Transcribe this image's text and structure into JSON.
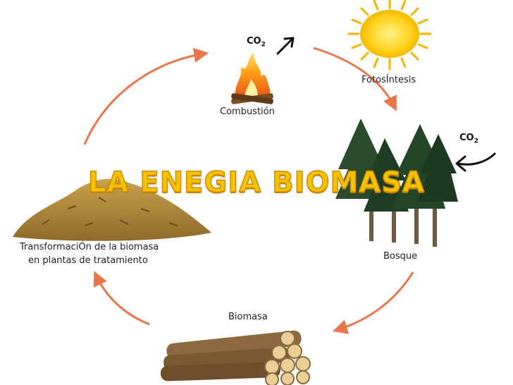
{
  "diagram": {
    "title": "LA ENEGIA BIOMASA",
    "labels": {
      "combustion": "Combustión",
      "fotosintesis": "FotosÍntesis",
      "bosque": "Bosque",
      "biomasa": "Biomasa",
      "transformacion_line1": "TransformaciÓn de la biomasa",
      "transformacion_line2": "en plantas de tratamiento"
    },
    "co2_top": {
      "text": "CO",
      "sub": "2"
    },
    "co2_right": {
      "text": "CO",
      "sub": "2"
    }
  },
  "colors": {
    "arrow": "#e8764a",
    "title_fill": "#f2c400",
    "title_stroke": "#d88a00",
    "sun": "#ffd21c",
    "tree": "#1f3d22",
    "log": "#8a6a3e"
  }
}
